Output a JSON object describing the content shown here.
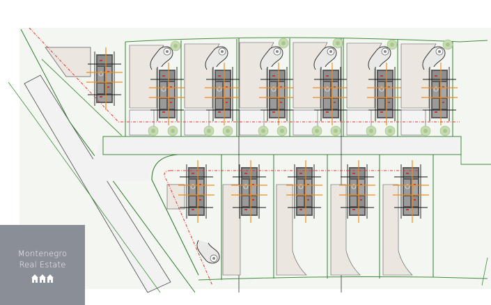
{
  "document": {
    "type": "site-plan",
    "description": "Residential subdivision site plan with 13 villa lots along an access road"
  },
  "logo": {
    "line1": "Montenegro",
    "line2": "Real Estate",
    "icon": "three-houses-icon",
    "background": "#8a8f97",
    "text_color": "#ffffff"
  },
  "plan": {
    "colors": {
      "paper": "#f4f7f1",
      "road": "#f1f2f1",
      "lot_border": "#3f8a3a",
      "regulation_line": "#e8312a",
      "axis": "#f08a1c",
      "building": "#4a4a4a",
      "paving": "#ebe6e0",
      "tree": "#b9d3a0",
      "marker": "#f2d21b"
    },
    "top_row_lots": 7,
    "bottom_row_lots": 6
  }
}
